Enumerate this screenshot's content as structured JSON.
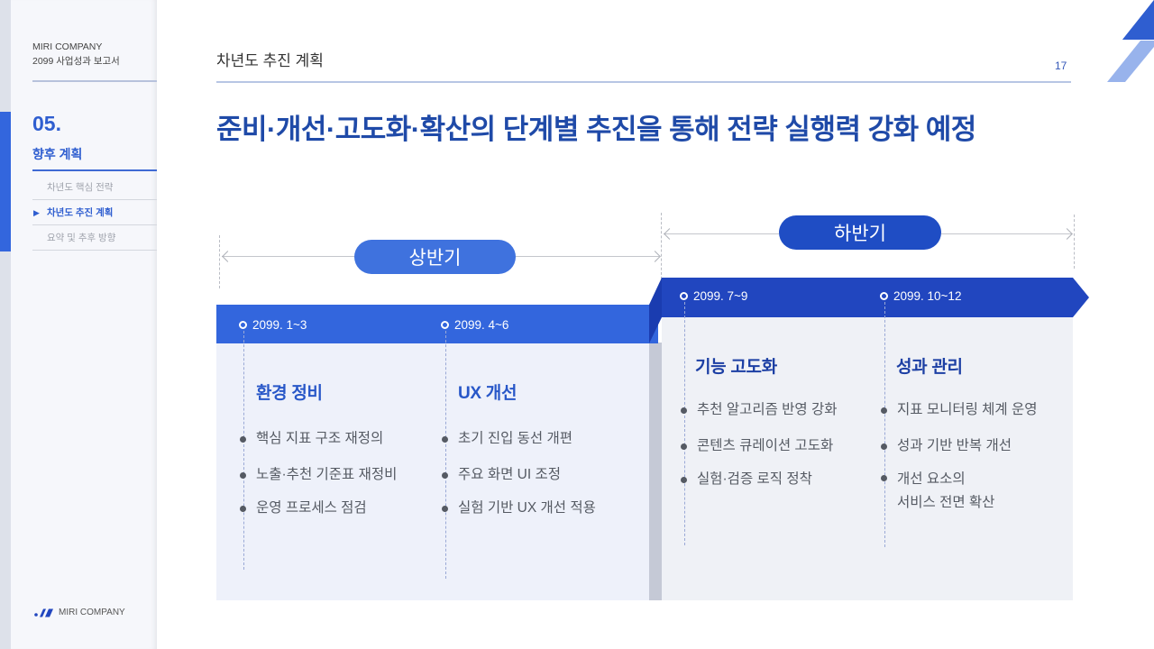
{
  "sidebar": {
    "company": "MIRI COMPANY",
    "report": "2099 사업성과 보고서",
    "section_number": "05.",
    "section_title": "향후 계획",
    "items": [
      {
        "label": "차년도 핵심 전략",
        "active": false
      },
      {
        "label": "차년도 추진 계획",
        "active": true
      },
      {
        "label": "요약 및 추후 방향",
        "active": false
      }
    ],
    "active_marker": "▶",
    "footer_brand": "MIRI COMPANY"
  },
  "header": {
    "breadcrumb": "차년도 추진 계획",
    "page_number": "17"
  },
  "headline": "준비·개선·고도화·확산의 단계별 추진을 통해 전략 실행력 강화 예정",
  "timeline": {
    "halves": [
      {
        "label": "상반기",
        "color": "#3f72de",
        "quarters": [
          {
            "period": "2099. 1~3",
            "title": "환경 정비",
            "items": [
              "핵심 지표 구조 재정의",
              "노출·추천 기준표 재정비",
              "운영 프로세스 점검"
            ]
          },
          {
            "period": "2099. 4~6",
            "title": "UX 개선",
            "items": [
              "초기 진입 동선 개편",
              "주요 화면 UI 조정",
              "실험 기반 UX 개선 적용"
            ]
          }
        ]
      },
      {
        "label": "하반기",
        "color": "#1f4dc4",
        "quarters": [
          {
            "period": "2099. 7~9",
            "title": "기능 고도화",
            "items": [
              "추천 알고리즘 반영 강화",
              "콘텐츠 큐레이션 고도화",
              "실험·검증 로직 정착"
            ]
          },
          {
            "period": "2099. 10~12",
            "title": "성과 관리",
            "items": [
              "지표 모니터링 체계 운영",
              "성과 기반 반복 개선",
              "개선 요소의\n서비스 전면 확산"
            ]
          }
        ]
      }
    ]
  },
  "colors": {
    "primary": "#3366dd",
    "primary_dark": "#2146bf",
    "heading": "#1f4aa8",
    "panel_light": "#eef1fa"
  }
}
